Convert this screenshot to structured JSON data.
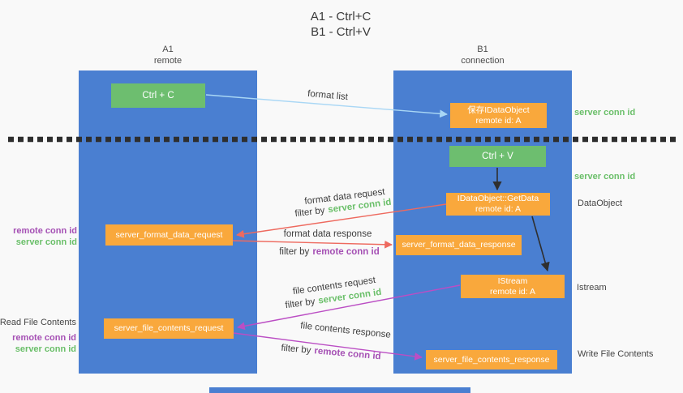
{
  "title": {
    "line1": "A1 - Ctrl+C",
    "line2": "B1 - Ctrl+V"
  },
  "columns": {
    "left": {
      "name": "A1",
      "subtitle": "remote"
    },
    "right": {
      "name": "B1",
      "subtitle": "connection"
    }
  },
  "nodes": {
    "ctrl_c": {
      "label": "Ctrl + C"
    },
    "ctrl_v": {
      "label": "Ctrl + V"
    },
    "save_idataobject": {
      "line1": "保存IDataObject",
      "line2": "remote id: A"
    },
    "getdata": {
      "line1": "IDataObject::GetData",
      "line2": "remote id: A"
    },
    "istream": {
      "line1": "IStream",
      "line2": "remote id: A"
    },
    "format_request": {
      "label": "server_format_data_request"
    },
    "format_response": {
      "label": "server_format_data_response"
    },
    "file_request": {
      "label": "server_file_contents_request"
    },
    "file_response": {
      "label": "server_file_contents_response"
    }
  },
  "edge_labels": {
    "format_list": "format list",
    "format_data_request": "format data request",
    "format_data_response": "format data response",
    "file_contents_request": "file contents request",
    "file_contents_response": "file contents response",
    "filter_by": "filter by",
    "server_conn_id": "server conn id",
    "remote_conn_id": "remote conn id"
  },
  "side_labels": {
    "server_conn_id": "server conn id",
    "remote_conn_id": "remote conn id",
    "dataobject": "DataObject",
    "istream": "Istream",
    "read_file_contents": "Read File Contents",
    "write_file_contents": "Write File Contents"
  },
  "edges": [
    {
      "from": "ctrl_c",
      "to": "save_idataobject",
      "label": "format list",
      "color": "#a9d7f5"
    },
    {
      "from": "ctrl_v",
      "to": "getdata",
      "label": "",
      "color": "#2f2f2f"
    },
    {
      "from": "getdata",
      "to": "istream",
      "label": "",
      "color": "#2f2f2f"
    },
    {
      "from": "getdata",
      "to": "format_request",
      "label": "format data request, filter by server conn id",
      "color": "#ee6a5f"
    },
    {
      "from": "format_request",
      "to": "format_response",
      "label": "format data response, filter by remote conn id",
      "color": "#ee6a5f"
    },
    {
      "from": "istream",
      "to": "file_request",
      "label": "file contents request, filter by server conn id",
      "color": "#bb4ec4"
    },
    {
      "from": "file_request",
      "to": "file_response",
      "label": "file contents response, filter by remote conn id",
      "color": "#bb4ec4"
    }
  ],
  "colors": {
    "column_blue": "#4a7fd1",
    "node_green": "#6dbe6f",
    "node_orange": "#f9a83c",
    "arrow_red": "#ee6a5f",
    "arrow_purple": "#bb4ec4",
    "arrow_light_blue": "#a9d7f5",
    "arrow_black": "#2f2f2f",
    "text_green": "#6abf69",
    "text_purple": "#a550b4",
    "background": "#f9f9f9"
  }
}
